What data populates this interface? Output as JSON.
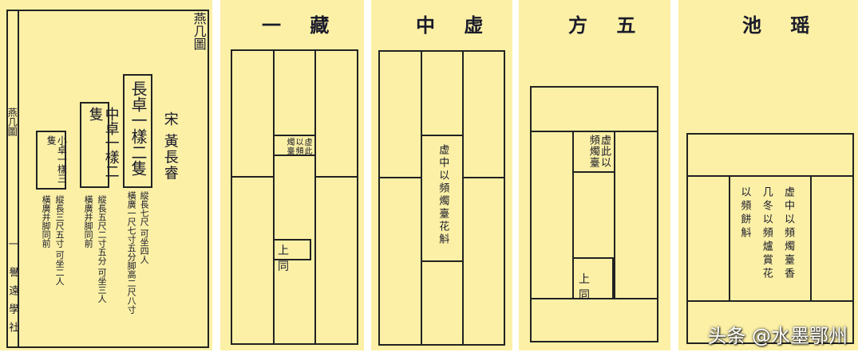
{
  "left_page": {
    "title": "燕几圖",
    "author": "宋 黃長睿",
    "margin_title": "燕几圖",
    "margin_page": "一",
    "margin_publisher": "譽遠學社",
    "tables": [
      {
        "label": "長卓一樣二隻",
        "note1": "縱長七尺 可坐四人",
        "note2": "橫廣一尺七寸五分脚高二尺八寸"
      },
      {
        "label": "中卓一樣二隻",
        "note1": "縱長五尺二寸五分 可坐三人",
        "note2": "橫廣并脚同前"
      },
      {
        "label": "小卓一樣三隻",
        "note1": "縱長三尺五寸 可坐二人",
        "note2": "橫廣并脚同前"
      }
    ]
  },
  "panels": [
    {
      "title": "一 藏",
      "box_top": "虚此以頻燭臺",
      "box_bottom": "上 同"
    },
    {
      "title": "中 虚",
      "box_center": "虚中以頻燭臺花斛"
    },
    {
      "title": "方 五",
      "box_top": "虚此以頻燭臺",
      "box_bottom": "上 同"
    },
    {
      "title": "池 瑶",
      "box_center": "虚中以頻燭臺香几冬以頻爐賞花以頻餅斛"
    }
  ],
  "watermark": "头条 @水墨鄂州",
  "colors": {
    "paper": "#fbf0a6",
    "ink": "#222222"
  }
}
